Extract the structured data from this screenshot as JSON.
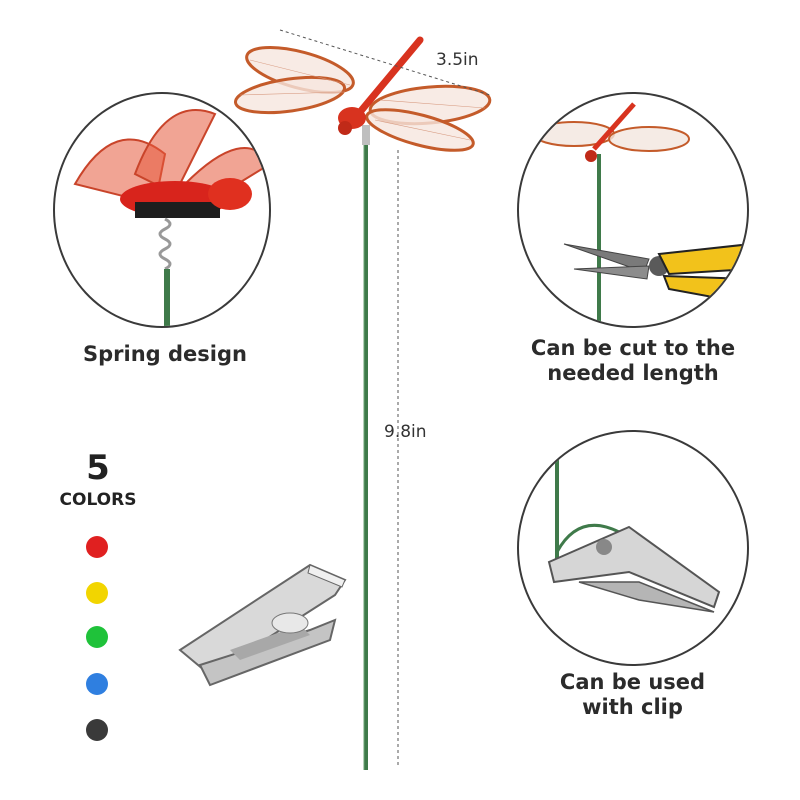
{
  "dimensions": {
    "wingspan": "3.5in",
    "stake_height": "9.8in"
  },
  "features": [
    {
      "label": "Spring design"
    },
    {
      "label_line1": "Can be cut to the",
      "label_line2": "needed length"
    },
    {
      "label_line1": "Can be used",
      "label_line2": "with clip"
    }
  ],
  "colors_panel": {
    "count": "5",
    "title": "COLORS",
    "swatches": [
      "#e02020",
      "#f2d500",
      "#1fc23a",
      "#2f7fe0",
      "#3a3a3a"
    ]
  },
  "icons": [
    "dragonfly",
    "spring",
    "pliers",
    "clip"
  ]
}
